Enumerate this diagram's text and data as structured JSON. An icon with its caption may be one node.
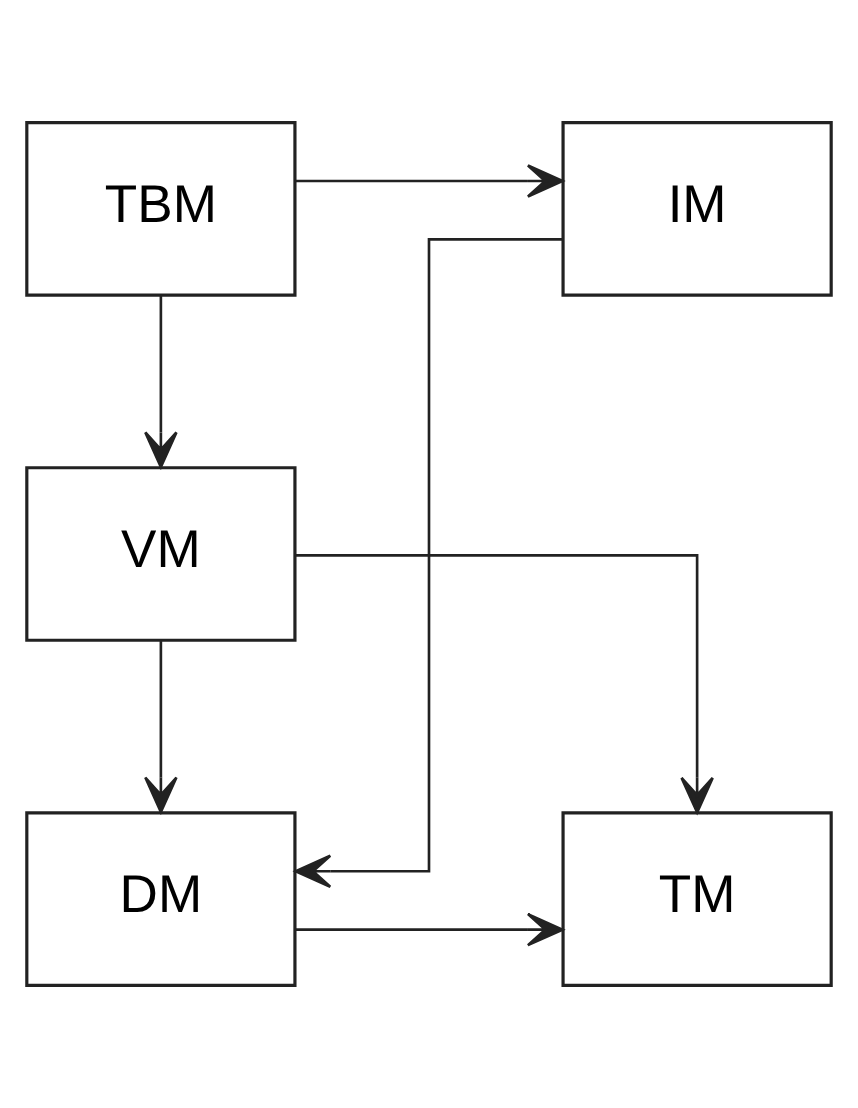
{
  "diagram": {
    "nodes": [
      {
        "text": [
          "TBM"
        ]
      },
      {
        "text": [
          "IM"
        ]
      },
      {
        "text": [
          "VM"
        ]
      },
      {
        "text": [
          "TM"
        ]
      },
      {
        "text": [
          "DM"
        ]
      }
    ],
    "edges": [
      {
        "from": 0,
        "to": 1,
        "arrow": "to"
      },
      {
        "from": 0,
        "to": 2,
        "arrow": "to"
      },
      {
        "from": 1,
        "to": 4,
        "arrow": "to"
      },
      {
        "from": 2,
        "to": 4,
        "arrow": "to"
      },
      {
        "from": 2,
        "to": 3,
        "arrow": "to"
      },
      {
        "from": 4,
        "to": 3,
        "arrow": "to"
      }
    ]
  }
}
